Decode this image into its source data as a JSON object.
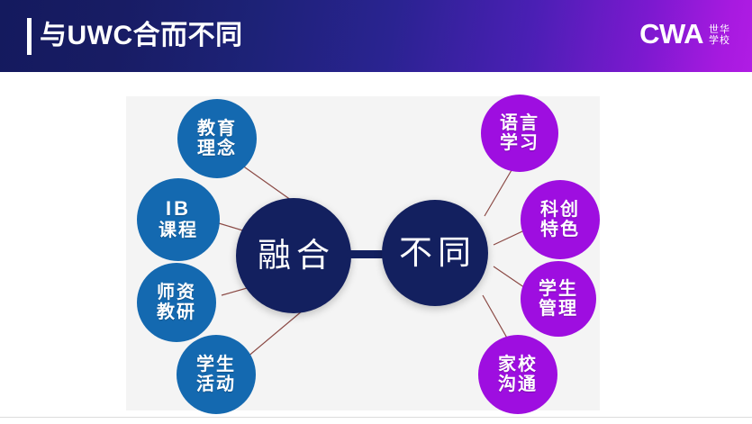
{
  "header": {
    "title": "与UWC合而不同",
    "accent_bar_color": "#ffffff",
    "gradient_from": "#141a5e",
    "gradient_to": "#b01ce4",
    "logo": {
      "mark": "CWA",
      "cn_line1": "世华",
      "cn_line2": "学校"
    }
  },
  "diagram": {
    "type": "mind-map",
    "panel_background": "#f4f4f4",
    "edge_color": "#8b4a45",
    "hubs": [
      {
        "id": "hub-fusion",
        "label": "融合",
        "color": "#13205f",
        "side": "left"
      },
      {
        "id": "hub-difference",
        "label": "不同",
        "color": "#13205f",
        "side": "right"
      }
    ],
    "left_nodes": [
      {
        "id": "node-education-philosophy",
        "line1": "教育",
        "line2": "理念",
        "color": "#1469b0"
      },
      {
        "id": "node-ib-curriculum",
        "line1": "IB",
        "line2": "课程",
        "color": "#1469b0"
      },
      {
        "id": "node-faculty-research",
        "line1": "师资",
        "line2": "教研",
        "color": "#1469b0"
      },
      {
        "id": "node-student-activities",
        "line1": "学生",
        "line2": "活动",
        "color": "#1469b0"
      }
    ],
    "right_nodes": [
      {
        "id": "node-language-learning",
        "line1": "语言",
        "line2": "学习",
        "color": "#9e0ee0"
      },
      {
        "id": "node-stem-innovation",
        "line1": "科创",
        "line2": "特色",
        "color": "#9e0ee0"
      },
      {
        "id": "node-student-management",
        "line1": "学生",
        "line2": "管理",
        "color": "#9e0ee0"
      },
      {
        "id": "node-home-school-communication",
        "line1": "家校",
        "line2": "沟通",
        "color": "#9e0ee0"
      }
    ]
  }
}
